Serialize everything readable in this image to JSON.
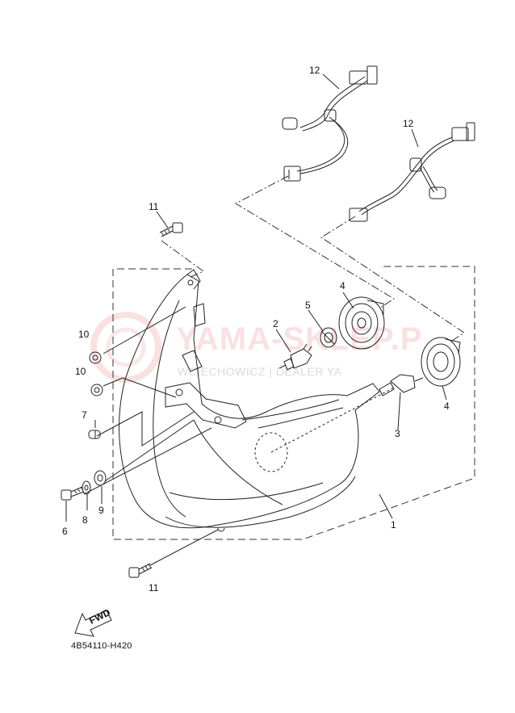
{
  "diagram": {
    "code": "4B54110-H420",
    "fwd_label": "FWD",
    "watermark": {
      "title": "YAMA-SKLEP.P",
      "subtitle": "WCIECHOWICZ | DEALER YA"
    },
    "callouts": {
      "c1": "1",
      "c2": "2",
      "c3": "3",
      "c4a": "4",
      "c4b": "4",
      "c5": "5",
      "c6": "6",
      "c7": "7",
      "c8": "8",
      "c9": "9",
      "c10a": "10",
      "c10b": "10",
      "c11a": "11",
      "c11b": "11",
      "c12a": "12",
      "c12b": "12"
    }
  }
}
